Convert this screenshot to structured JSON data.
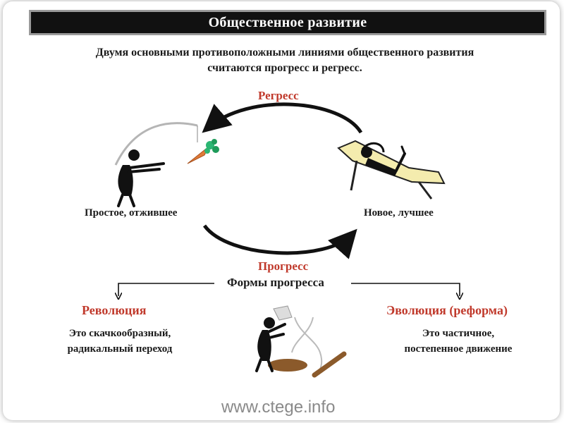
{
  "title": "Общественное развитие",
  "intro_line1": "Двумя основными противоположными линиями общественного развития",
  "intro_line2": "считаются прогресс и регресс.",
  "cycle": {
    "top_label": "Регресс",
    "left_label": "Простое, отжившее",
    "right_label": "Новое, лучшее",
    "bottom_label": "Прогресс"
  },
  "forms_label": "Формы прогресса",
  "revolution": {
    "title": "Революция",
    "line1": "Это скачкообразный,",
    "line2": "радикальный переход"
  },
  "evolution": {
    "title": "Эволюция (реформа)",
    "line1": "Это частичное,",
    "line2": "постепенное движение"
  },
  "watermark": "www.ctege.info",
  "colors": {
    "accent_red": "#c0392b",
    "title_bg": "#111111",
    "text": "#1a1a1a"
  },
  "icons": [
    "figure-with-carrot-icon",
    "figure-on-lounger-icon",
    "figure-with-hourglass-icon"
  ]
}
